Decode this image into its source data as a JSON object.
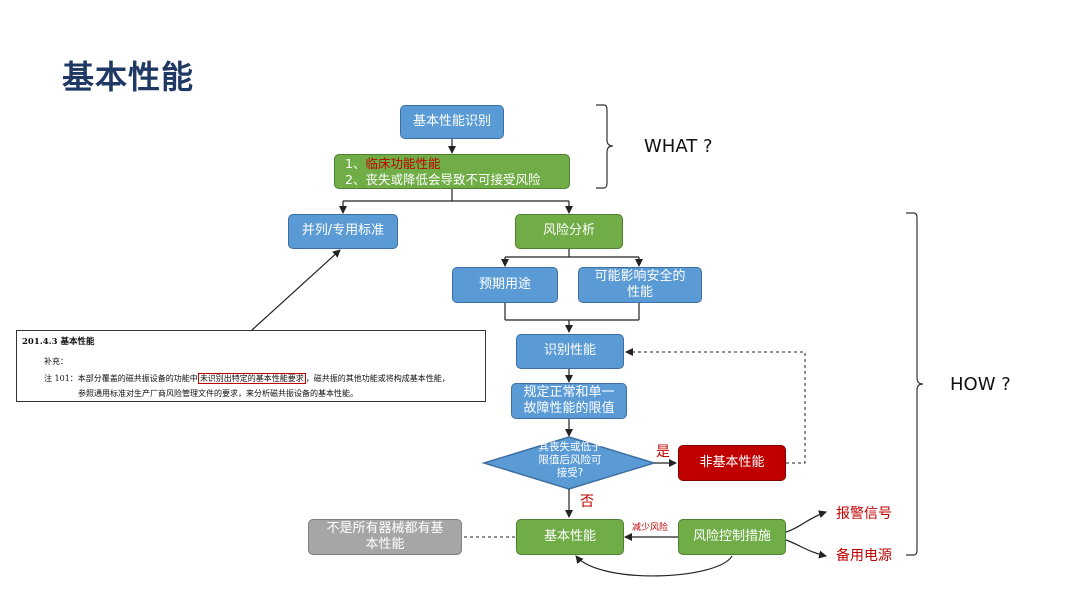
{
  "page": {
    "title": "基本性能"
  },
  "what_label": "WHAT ?",
  "how_label": "HOW ?",
  "nodes": {
    "identify_basic": "基本性能识别",
    "criteria": {
      "num1": "1、",
      "text1": "临床功能性能",
      "line2": "2、丧失或降低会导致不可接受风险"
    },
    "parallel_std": "并列/专用标准",
    "risk_analysis": "风险分析",
    "intended_use": "预期用途",
    "safety_perf_1": "可能影响安全的",
    "safety_perf_2": "性能",
    "identify_perf": "识别性能",
    "define_limits_1": "规定正常和单一",
    "define_limits_2": "故障性能的限值",
    "decision_1": "其丧失或低于",
    "decision_2": "限值后风险可",
    "decision_3": "接受?",
    "non_basic": "非基本性能",
    "basic_perf": "基本性能",
    "risk_control": "风险控制措施",
    "not_all_1": "不是所有器械都有基",
    "not_all_2": "本性能",
    "alarm": "报警信号",
    "backup_power": "备用电源"
  },
  "edge_labels": {
    "yes": "是",
    "no": "否",
    "reduce_risk": "减少风险"
  },
  "clause": {
    "heading": "201.4.3   基本性能",
    "supplement": "补充：",
    "note_a": "注 101：本部分覆盖的磁共振设备的功能中",
    "note_highlight": "未识别出特定的基本性能要求",
    "note_b": "，磁共振的其他功能或将构成基本性能，",
    "note_line2": "参照通用标准对生产厂商风险管理文件的要求，来分析磁共振设备的基本性能。"
  },
  "colors": {
    "blue": "#5b9bd5",
    "green": "#70ad47",
    "red": "#c00000",
    "gray": "#a6a6a6",
    "title": "#1f3864"
  }
}
